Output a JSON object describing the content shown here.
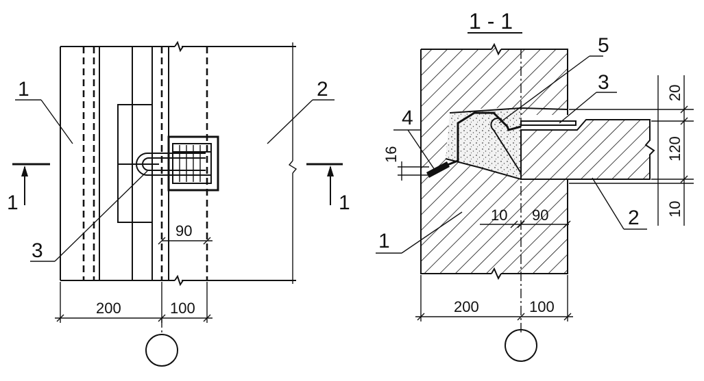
{
  "plan_view": {
    "callouts": [
      "1",
      "2",
      "3"
    ],
    "section_marks": [
      "1",
      "1"
    ],
    "dimensions": {
      "gap": "90",
      "left_width": "200",
      "right_width": "100"
    }
  },
  "section_view": {
    "title": "1 - 1",
    "callouts": [
      "1",
      "2",
      "3",
      "4",
      "5"
    ],
    "dimensions": {
      "left_width": "200",
      "right_width": "100",
      "offset_left": "10",
      "offset_right": "90",
      "anchor_size": "16",
      "top": "20",
      "slab": "120",
      "bottom": "10"
    }
  }
}
